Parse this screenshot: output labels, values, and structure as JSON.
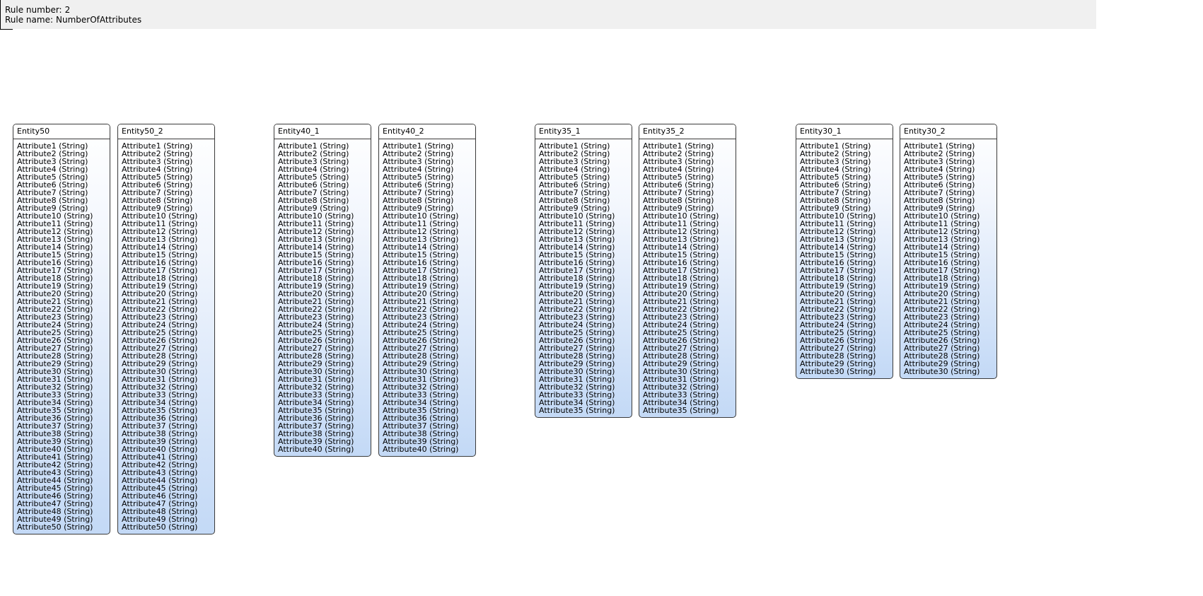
{
  "rule": {
    "number_label": "Rule number:",
    "number_value": "2",
    "name_label": "Rule name:",
    "name_value": "NumberOfAttributes"
  },
  "attribute_type": "String",
  "entities": [
    {
      "name": "Entity50",
      "attribute_count": 50
    },
    {
      "name": "Entity50_2",
      "attribute_count": 50
    },
    {
      "name": "Entity40_1",
      "attribute_count": 40
    },
    {
      "name": "Entity40_2",
      "attribute_count": 40
    },
    {
      "name": "Entity35_1",
      "attribute_count": 35
    },
    {
      "name": "Entity35_2",
      "attribute_count": 35
    },
    {
      "name": "Entity30_1",
      "attribute_count": 30
    },
    {
      "name": "Entity30_2",
      "attribute_count": 30
    }
  ],
  "colors": {
    "box_border": "#3a3a3a",
    "gradient_bottom": "#c3d9f6",
    "header_bg": "#f0f0f0"
  }
}
